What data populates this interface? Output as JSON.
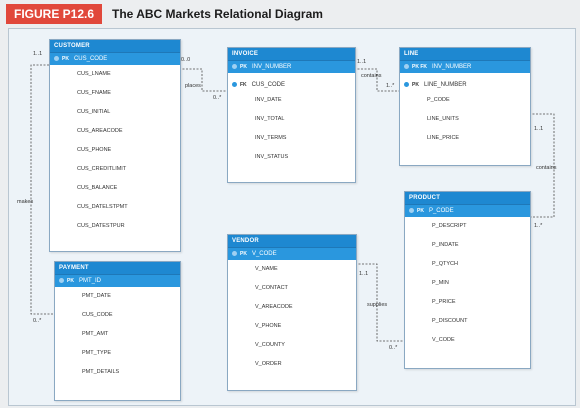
{
  "figure": {
    "label": "FIGURE P12.6",
    "title": "The ABC Markets Relational Diagram"
  },
  "entities": {
    "customer": {
      "name": "CUSTOMER",
      "pk": "CUS_CODE",
      "attrs": [
        "CUS_LNAME",
        "CUS_FNAME",
        "CUS_INITIAL",
        "CUS_AREACODE",
        "CUS_PHONE",
        "CUS_CREDITLIMIT",
        "CUS_BALANCE",
        "CUS_DATELSTPMT",
        "CUS_DATESTPUR"
      ]
    },
    "invoice": {
      "name": "INVOICE",
      "pk": "INV_NUMBER",
      "fk": "CUS_CODE",
      "attrs": [
        "INV_DATE",
        "INV_TOTAL",
        "INV_TERMS",
        "INV_STATUS"
      ]
    },
    "line": {
      "name": "LINE",
      "pk": "INV_NUMBER",
      "pk2": "LINE_NUMBER",
      "attrs": [
        "P_CODE",
        "LINE_UNITS",
        "LINE_PRICE"
      ]
    },
    "product": {
      "name": "PRODUCT",
      "pk": "P_CODE",
      "attrs": [
        "P_DESCRIPT",
        "P_INDATE",
        "P_QTYCH",
        "P_MIN",
        "P_PRICE",
        "P_DISCOUNT",
        "V_CODE"
      ]
    },
    "vendor": {
      "name": "VENDOR",
      "pk": "V_CODE",
      "attrs": [
        "V_NAME",
        "V_CONTACT",
        "V_AREACODE",
        "V_PHONE",
        "V_COUNTY",
        "V_ORDER"
      ]
    },
    "payment": {
      "name": "PAYMENT",
      "pk": "PMT_ID",
      "attrs": [
        "PMT_DATE",
        "CUS_CODE",
        "PMT_AMT",
        "PMT_TYPE",
        "PMT_DETAILS"
      ]
    }
  },
  "keys": {
    "pk": "PK",
    "fk": "FK",
    "pkfk": "PK FK"
  },
  "relationships": {
    "places": "places",
    "contains1": "contains",
    "contains2": "contains",
    "makes": "makes",
    "supplies": "supplies",
    "card_cust_1": "1..1",
    "card_inv_0": "0..0",
    "card_inv_many": "0..*",
    "card_inv_11": "1..1",
    "card_line_many": "1..*",
    "card_line_11": "1..1",
    "card_prod_many": "1..*",
    "card_vend_11": "1..1",
    "card_prod_0": "0..*",
    "card_pay_0": "0..*"
  }
}
